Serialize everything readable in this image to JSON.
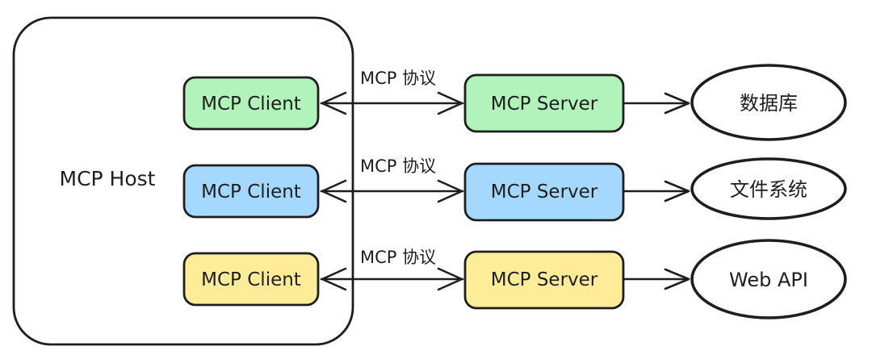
{
  "host": {
    "label": "MCP Host"
  },
  "rows": [
    {
      "client_label": "MCP Client",
      "server_label": "MCP Server",
      "protocol_label": "MCP 协议",
      "resource_label": "数据库",
      "color": "#b2f2bb"
    },
    {
      "client_label": "MCP Client",
      "server_label": "MCP Server",
      "protocol_label": "MCP 协议",
      "resource_label": "文件系统",
      "color": "#a5d8ff"
    },
    {
      "client_label": "MCP Client",
      "server_label": "MCP Server",
      "protocol_label": "MCP 协议",
      "resource_label": "Web API",
      "color": "#ffec99"
    }
  ],
  "colors": {
    "stroke": "#1e1e1e",
    "background": "#ffffff",
    "green": "#b2f2bb",
    "blue": "#a5d8ff",
    "yellow": "#ffec99"
  }
}
